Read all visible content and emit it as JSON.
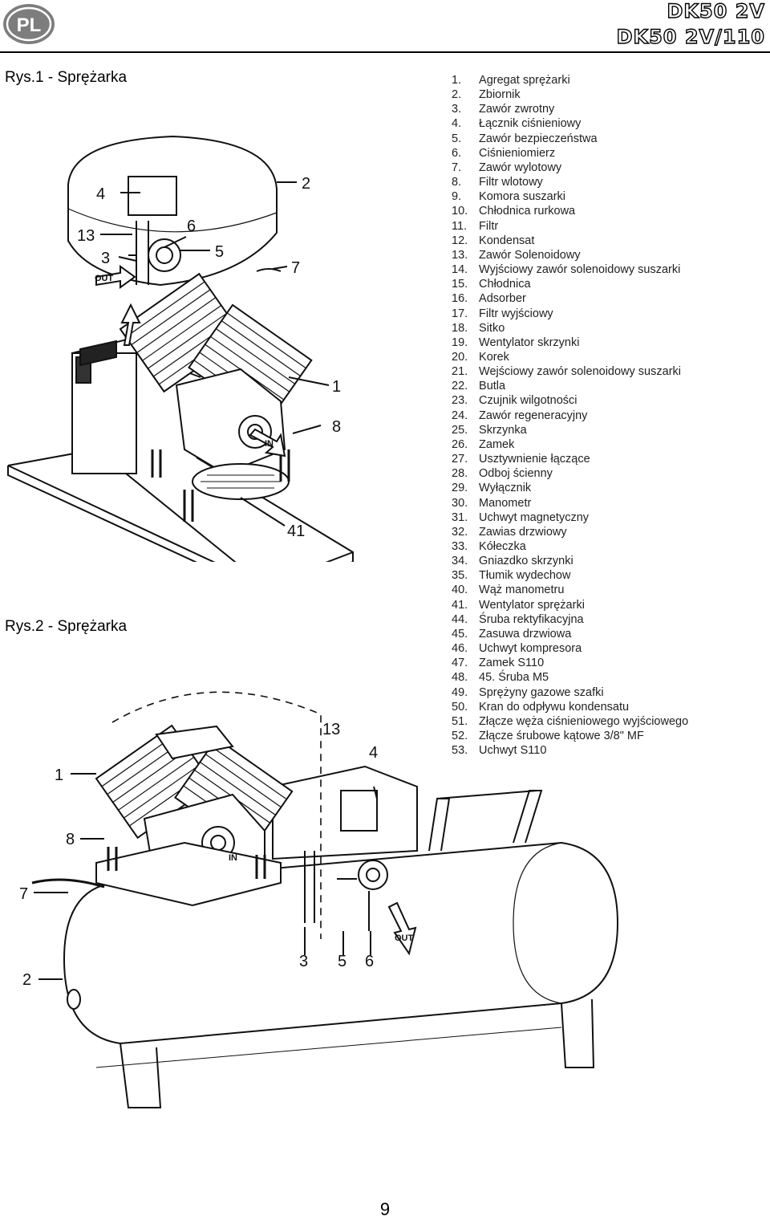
{
  "header": {
    "lang_badge": "PL",
    "model_line1": "DK50 2V",
    "model_line2": "DK50 2V/110"
  },
  "figures": {
    "fig1_title": "Rys.1 - Sprężarka",
    "fig2_title": "Rys.2 - Sprężarka",
    "fig1_callouts": [
      "4",
      "2",
      "13",
      "6",
      "5",
      "3",
      "7",
      "1",
      "8",
      "41",
      "OUT",
      "IN"
    ],
    "fig2_callouts": [
      "13",
      "4",
      "1",
      "8",
      "7",
      "2",
      "3",
      "5",
      "6",
      "OUT",
      "IN"
    ]
  },
  "parts": [
    {
      "num": "1.",
      "name": "Agregat sprężarki"
    },
    {
      "num": "2.",
      "name": "Zbiornik"
    },
    {
      "num": "3.",
      "name": "Zawór zwrotny"
    },
    {
      "num": "4.",
      "name": "Łącznik ciśnieniowy"
    },
    {
      "num": "5.",
      "name": "Zawór bezpieczeństwa"
    },
    {
      "num": "6.",
      "name": "Ciśnieniomierz"
    },
    {
      "num": "7.",
      "name": "Zawór wylotowy"
    },
    {
      "num": "8.",
      "name": "Filtr wlotowy"
    },
    {
      "num": "9.",
      "name": "Komora suszarki"
    },
    {
      "num": "10.",
      "name": "Chłodnica rurkowa"
    },
    {
      "num": "11.",
      "name": "Filtr"
    },
    {
      "num": "12.",
      "name": "Kondensat"
    },
    {
      "num": "13.",
      "name": "Zawór Solenoidowy"
    },
    {
      "num": "14.",
      "name": "Wyjściowy zawór solenoidowy suszarki"
    },
    {
      "num": "15.",
      "name": "Chłodnica"
    },
    {
      "num": "16.",
      "name": "Adsorber"
    },
    {
      "num": "17.",
      "name": "Filtr wyjściowy"
    },
    {
      "num": "18.",
      "name": "Sitko"
    },
    {
      "num": "19.",
      "name": "Wentylator skrzynki"
    },
    {
      "num": "20.",
      "name": "Korek"
    },
    {
      "num": "21.",
      "name": "Wejściowy zawór solenoidowy suszarki"
    },
    {
      "num": "22.",
      "name": "Butla"
    },
    {
      "num": "23.",
      "name": "Czujnik wilgotności"
    },
    {
      "num": "24.",
      "name": "Zawór regeneracyjny"
    },
    {
      "num": "25.",
      "name": "Skrzynka"
    },
    {
      "num": "26.",
      "name": "Zamek"
    },
    {
      "num": "27.",
      "name": "Usztywnienie łączące"
    },
    {
      "num": "28.",
      "name": "Odboj ścienny"
    },
    {
      "num": "29.",
      "name": "Wyłącznik"
    },
    {
      "num": "30.",
      "name": "Manometr"
    },
    {
      "num": "31.",
      "name": "Uchwyt magnetyczny"
    },
    {
      "num": "32.",
      "name": "Zawias drzwiowy"
    },
    {
      "num": "33.",
      "name": "Kółeczka"
    },
    {
      "num": "34.",
      "name": "Gniazdko skrzynki"
    },
    {
      "num": "35.",
      "name": "Tłumik wydechow"
    },
    {
      "num": "40.",
      "name": "Wąż manometru"
    },
    {
      "num": "41.",
      "name": "Wentylator sprężarki"
    },
    {
      "num": "44.",
      "name": "Śruba rektyfikacyjna"
    },
    {
      "num": "45.",
      "name": "Zasuwa drzwiowa"
    },
    {
      "num": "46.",
      "name": "Uchwyt kompresora"
    },
    {
      "num": "47.",
      "name": "Zamek S110"
    },
    {
      "num": "48.",
      "name": "45. Śruba M5"
    },
    {
      "num": "49.",
      "name": "Sprężyny gazowe szafki"
    },
    {
      "num": "50.",
      "name": "Kran do odpływu kondensatu"
    },
    {
      "num": "51.",
      "name": "Złącze węża ciśnieniowego wyjściowego"
    },
    {
      "num": "52.",
      "name": "Złącze śrubowe kątowe 3/8\" MF"
    },
    {
      "num": "53.",
      "name": "Uchwyt S110"
    }
  ],
  "footer": {
    "page_number": "9"
  }
}
